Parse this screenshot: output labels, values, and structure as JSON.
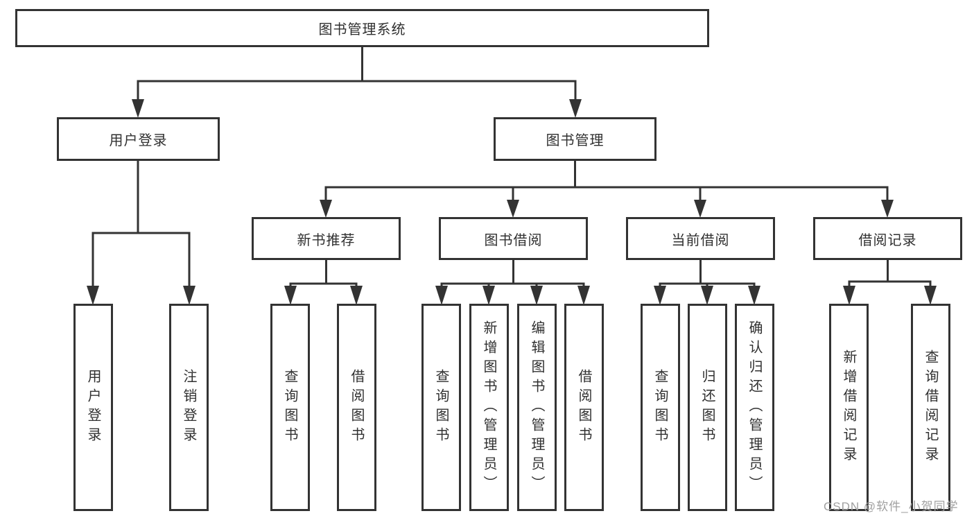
{
  "colors": {
    "line": "#333333",
    "box_border": "#333333",
    "box_background": "#ffffff",
    "text": "#303030",
    "watermark_text": "#a0a0a0",
    "page_background": "#ffffff"
  },
  "nodes": {
    "root": "图书管理系统",
    "user_login": "用户登录",
    "book_management": "图书管理",
    "new_book_recommend": "新书推荐",
    "book_borrow": "图书借阅",
    "current_borrow": "当前借阅",
    "borrow_records": "借阅记录",
    "ul_user_login": "用户登录",
    "ul_logout": "注销登录",
    "nb_query_books": "查询图书",
    "nb_borrow_books": "借阅图书",
    "bb_query_books": "查询图书",
    "bb_add_books_admin": "新增图书（管理员）",
    "bb_edit_books_admin": "编辑图书（管理员）",
    "bb_borrow_books": "借阅图书",
    "cb_query_books": "查询图书",
    "cb_return_books": "归还图书",
    "cb_confirm_return_admin": "确认归还（管理员）",
    "br_add_record": "新增借阅记录",
    "br_query_record": "查询借阅记录"
  },
  "structure": {
    "图书管理系统": {
      "用户登录": [
        "用户登录",
        "注销登录"
      ],
      "图书管理": {
        "新书推荐": [
          "查询图书",
          "借阅图书"
        ],
        "图书借阅": [
          "查询图书",
          "新增图书（管理员）",
          "编辑图书（管理员）",
          "借阅图书"
        ],
        "当前借阅": [
          "查询图书",
          "归还图书",
          "确认归还（管理员）"
        ],
        "借阅记录": [
          "新增借阅记录",
          "查询借阅记录"
        ]
      }
    }
  },
  "watermark": {
    "text": "CSDN @软件_小贺同学"
  }
}
